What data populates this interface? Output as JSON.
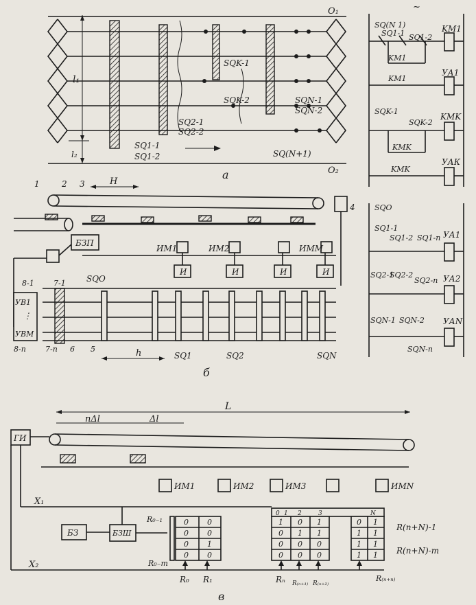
{
  "part_a": {
    "caption": "а",
    "bus_top": "O₁",
    "bus_bottom": "O₂",
    "dim_l1": "l₁",
    "dim_l2": "l₂",
    "sensors": [
      "SQ1-1",
      "SQ1-2",
      "SQ2-1",
      "SQ2-2",
      "SQK-1",
      "SQK-2",
      "SQN-1",
      "SQN-2",
      "SQ(N+1)"
    ]
  },
  "ladder_top": {
    "tilde": "~",
    "rungs": [
      {
        "contact": "SQ(N 1)",
        "c2": "SQ1-1",
        "c3": "SQ1-2",
        "coil": "KM1"
      },
      {
        "contact": "KM1",
        "coil": ""
      },
      {
        "contact": "KM1",
        "coil": "УА1"
      },
      {
        "contact": "SQK-1",
        "c3": "SQK-2",
        "coil": "KMK"
      },
      {
        "contact": "KMK",
        "coil": ""
      },
      {
        "contact": "KMK",
        "coil": "УАК"
      }
    ]
  },
  "part_b": {
    "caption": "б",
    "dim_H": "H",
    "dim_h": "h",
    "numbers": [
      "1",
      "2",
      "3",
      "4",
      "5",
      "6",
      "7-1",
      "7-n",
      "8-1",
      "8-n"
    ],
    "bzp": "БЗП",
    "sqo": "SQO",
    "mechanisms": [
      "ИМ1",
      "ИМ2",
      "ИММ"
    ],
    "and_gate": "И",
    "uv1": "УВ1",
    "uvm": "УВМ",
    "dots": "⋮",
    "sensors": [
      "SQ1",
      "SQ2",
      "SQN"
    ]
  },
  "ladder_bottom": {
    "sq0": "SQO",
    "rows": [
      {
        "contacts": [
          "SQ1-1",
          "SQ1-2",
          "SQ1-n"
        ],
        "coil": "УА1"
      },
      {
        "contacts": [
          "SQ2-1",
          "SQ2-2",
          "SQ2-n"
        ],
        "coil": "УА2"
      },
      {
        "contacts": [
          "SQN-1",
          "SQN-2",
          "SQN-n"
        ],
        "coil": "УАN"
      }
    ]
  },
  "part_v": {
    "caption": "в",
    "dim_L": "L",
    "dim_ndl": "nΔl",
    "dim_dl": "Δl",
    "gi": "ГИ",
    "bz": "БЗ",
    "bzsh": "БЗШ",
    "x1": "X₁",
    "x2": "X₂",
    "mechanisms": [
      "ИМ1",
      "ИМ2",
      "ИМ3",
      "ИМN"
    ],
    "r01": "R₀₋₁",
    "r0m": "R₀₋m",
    "rn1": "R(n+N)-1",
    "rnm": "R(n+N)-m",
    "reg_top": [
      "0",
      "1",
      "2",
      "3",
      "N"
    ],
    "bottom_labels": [
      "R₀",
      "R₁",
      "Rₙ",
      "R₍ₙ₊₁₎",
      "R₍ₙ₊₂₎",
      "R₍ₙ₊ₙ₎"
    ],
    "reg_left": [
      [
        "0",
        "0"
      ],
      [
        "0",
        "0"
      ],
      [
        "0",
        "1"
      ],
      [
        "0",
        "0"
      ]
    ],
    "reg_mid": [
      [
        "1",
        "0",
        "1"
      ],
      [
        "0",
        "1",
        "1"
      ],
      [
        "0",
        "0",
        "0"
      ],
      [
        "0",
        "0",
        "0"
      ]
    ],
    "reg_right": [
      [
        "0",
        "1"
      ],
      [
        "1",
        "1"
      ],
      [
        "1",
        "1"
      ],
      [
        "1",
        "1"
      ]
    ]
  }
}
